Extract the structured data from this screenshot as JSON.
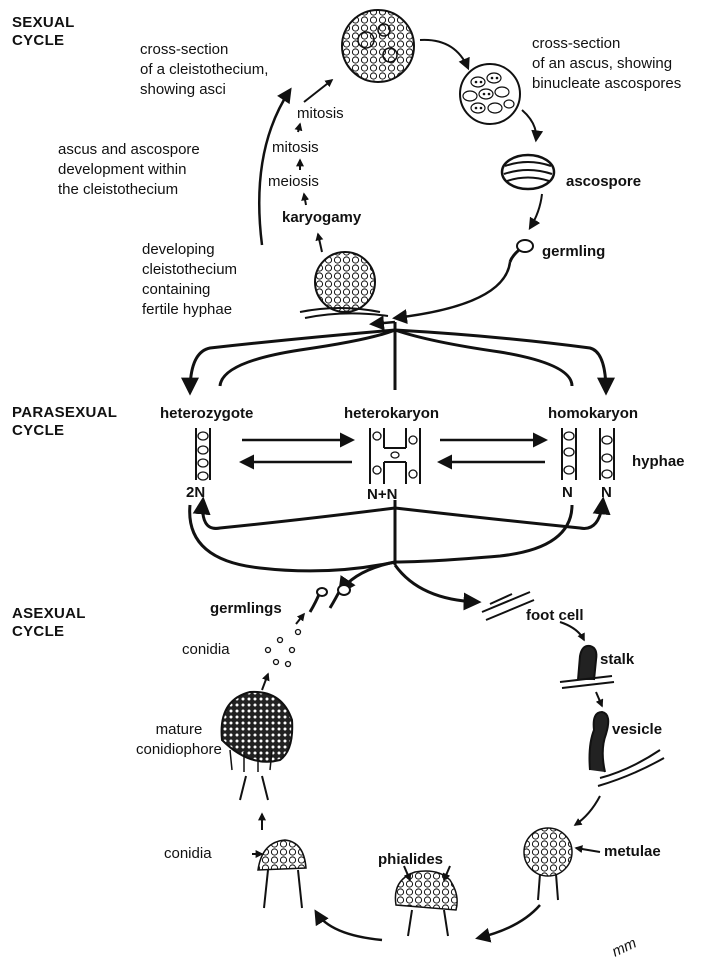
{
  "cycles": {
    "sexual": "SEXUAL\nCYCLE",
    "parasexual": "PARASEXUAL\nCYCLE",
    "asexual": "ASEXUAL\nCYCLE"
  },
  "sexual": {
    "cleistothecium_section": "cross-section\nof a cleistothecium,\nshowing asci",
    "ascus_section": "cross-section\nof an ascus, showing\nbinucleate ascospores",
    "ascospore": "ascospore",
    "germling": "germling",
    "ascus_development": "ascus and ascospore\ndevelopment within\nthe cleistothecium",
    "mitosis_1": "mitosis",
    "mitosis_2": "mitosis",
    "meiosis": "meiosis",
    "karyogamy": "karyogamy",
    "developing": "developing\ncleistothecium\ncontaining\nfertile hyphae"
  },
  "parasexual": {
    "heterozygote": "heterozygote",
    "heterokaryon": "heterokaryon",
    "homokaryon": "homokaryon",
    "hyphae": "hyphae",
    "ploidy_2n": "2N",
    "ploidy_n_n": "N+N",
    "ploidy_n_left": "N",
    "ploidy_n_right": "N"
  },
  "asexual": {
    "germlings": "germlings",
    "conidia_top": "conidia",
    "foot_cell": "foot cell",
    "stalk": "stalk",
    "vesicle": "vesicle",
    "mature": "mature\nconidiophore",
    "conidia_bottom": "conidia",
    "phialides": "phialides",
    "metulae": "metulae"
  },
  "signature": "mm"
}
